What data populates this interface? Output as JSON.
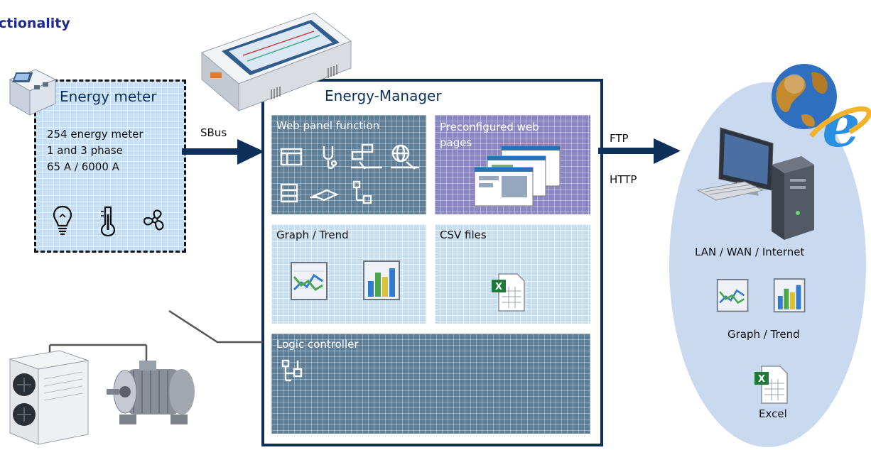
{
  "page_title": "ctionality",
  "energy_meter": {
    "title": "Energy meter",
    "lines": [
      "254 energy meter",
      "1 and 3 phase",
      "65 A / 6000 A"
    ]
  },
  "connections": {
    "sbus": "SBus",
    "ftp": "FTP",
    "http": "HTTP"
  },
  "manager": {
    "title": "Energy-Manager",
    "web_panel": "Web panel function",
    "preconfigured": "Preconfigured web pages",
    "graph_trend": "Graph / Trend",
    "csv_files": "CSV files",
    "logic_controller": "Logic controller"
  },
  "network": {
    "lan": "LAN / WAN / Internet",
    "graph_trend": "Graph / Trend",
    "excel": "Excel"
  },
  "colors": {
    "navy": "#0d2f5a",
    "light_tile": "#c7dff3",
    "dark_tile": "#5e7f9a",
    "purple_tile": "#8b86c4",
    "ellipse": "#c9d9ef",
    "title_blue": "#1c2a8c"
  }
}
